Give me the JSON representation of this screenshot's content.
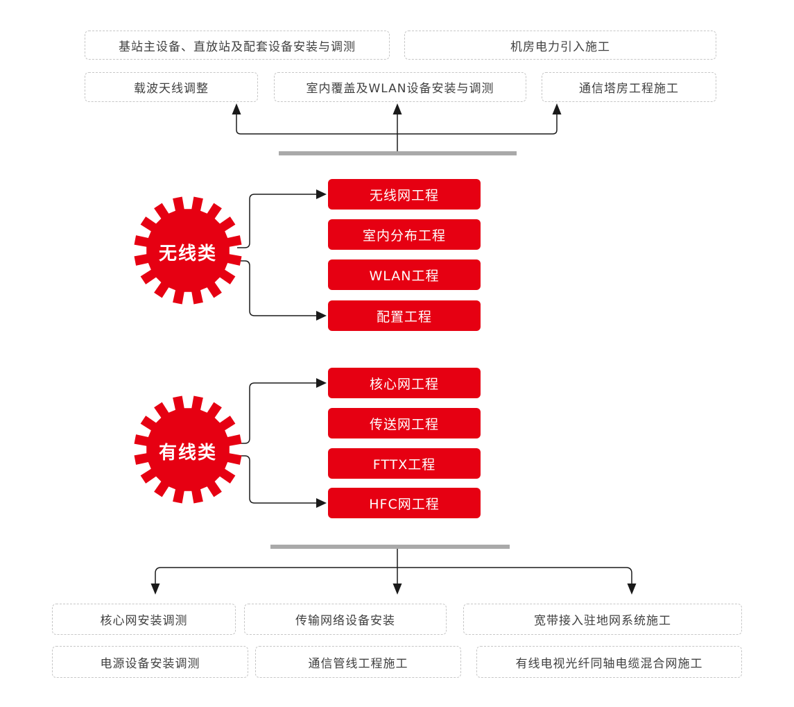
{
  "palette": {
    "red": "#e60012",
    "bar_gray": "#a9a9a9",
    "line_black": "#1a1a1a",
    "dash_border": "#c6c6c6",
    "text_dark": "#404040"
  },
  "top_outputs": {
    "row1": [
      "基站主设备、直放站及配套设备安装与调测",
      "机房电力引入施工"
    ],
    "row2": [
      "载波天线调整",
      "室内覆盖及WLAN设备安装与调测",
      "通信塔房工程施工"
    ]
  },
  "groups": [
    {
      "gear_label": "无线类",
      "items": [
        "无线网工程",
        "室内分布工程",
        "WLAN工程",
        "配置工程"
      ]
    },
    {
      "gear_label": "有线类",
      "items": [
        "核心网工程",
        "传送网工程",
        "FTTX工程",
        "HFC网工程"
      ]
    }
  ],
  "bottom_outputs": {
    "row1": [
      "核心网安装调测",
      "传输网络设备安装",
      "宽带接入驻地网系统施工"
    ],
    "row2": [
      "电源设备安装调测",
      "通信管线工程施工",
      "有线电视光纤同轴电缆混合网施工"
    ]
  }
}
